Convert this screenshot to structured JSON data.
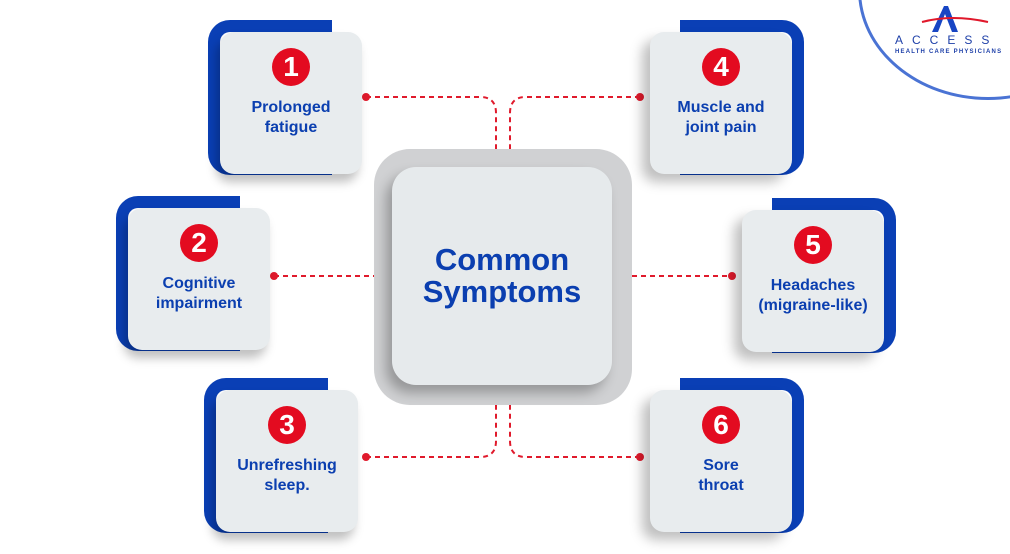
{
  "brand": {
    "name": "ACCESS",
    "tagline": "HEALTH CARE PHYSICIANS",
    "colors": {
      "blue": "#0b3fb0",
      "red": "#e30b20",
      "card": "#e8ecee",
      "connector": "#e01a2c"
    }
  },
  "center": {
    "title_line1": "Common",
    "title_line2": "Symptoms"
  },
  "symptoms": [
    {
      "number": "1",
      "line1": "Prolonged",
      "line2": "fatigue"
    },
    {
      "number": "2",
      "line1": "Cognitive",
      "line2": "impairment"
    },
    {
      "number": "3",
      "line1": "Unrefreshing",
      "line2": "sleep."
    },
    {
      "number": "4",
      "line1": "Muscle and",
      "line2": "joint pain"
    },
    {
      "number": "5",
      "line1": "Headaches",
      "line2": "(migraine-like)"
    },
    {
      "number": "6",
      "line1": "Sore",
      "line2": "throat"
    }
  ]
}
